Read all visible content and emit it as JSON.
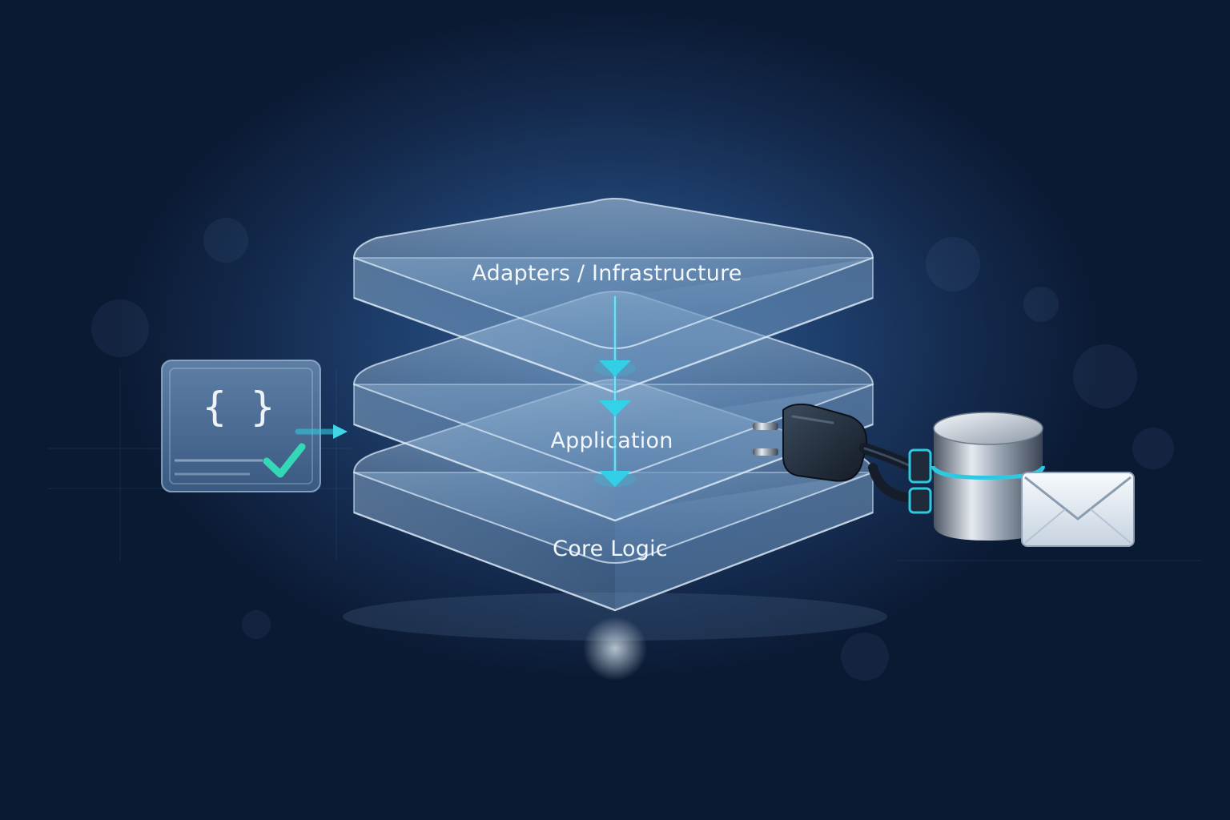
{
  "layers": [
    {
      "label": "Adapters / Infrastructure"
    },
    {
      "label": "Application"
    },
    {
      "label": "Core Logic"
    }
  ],
  "test_card": {
    "icon": "code-braces-check-icon",
    "symbol": "{ }"
  },
  "icons": {
    "plug": "power-plug-icon",
    "database": "database-icon",
    "mail": "envelope-icon",
    "flow_arrow": "arrow-down-icon"
  },
  "colors": {
    "accent": "#2ec9e0",
    "background": "#13284a",
    "check": "#34d8b6"
  }
}
